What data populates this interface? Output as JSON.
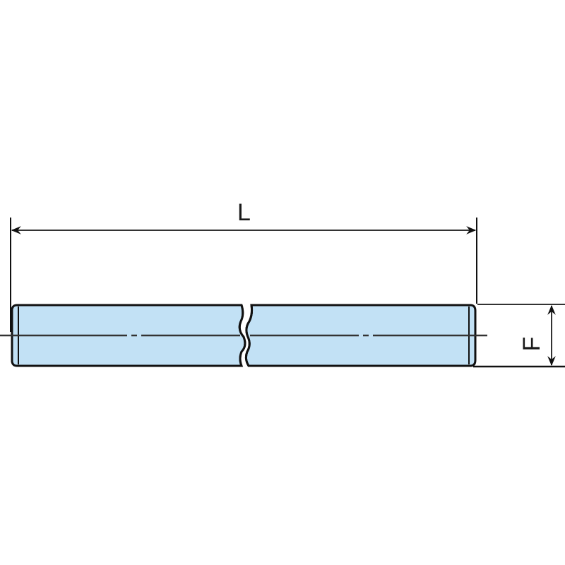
{
  "diagram": {
    "type": "technical-drawing",
    "subject": "shaft / rod with break line",
    "dimensions": {
      "length_label": "L",
      "diameter_label": "F"
    },
    "colors": {
      "body_fill": "#c2e1f5",
      "outline": "#111111",
      "centerline": "#333333",
      "background": "#ffffff"
    }
  }
}
